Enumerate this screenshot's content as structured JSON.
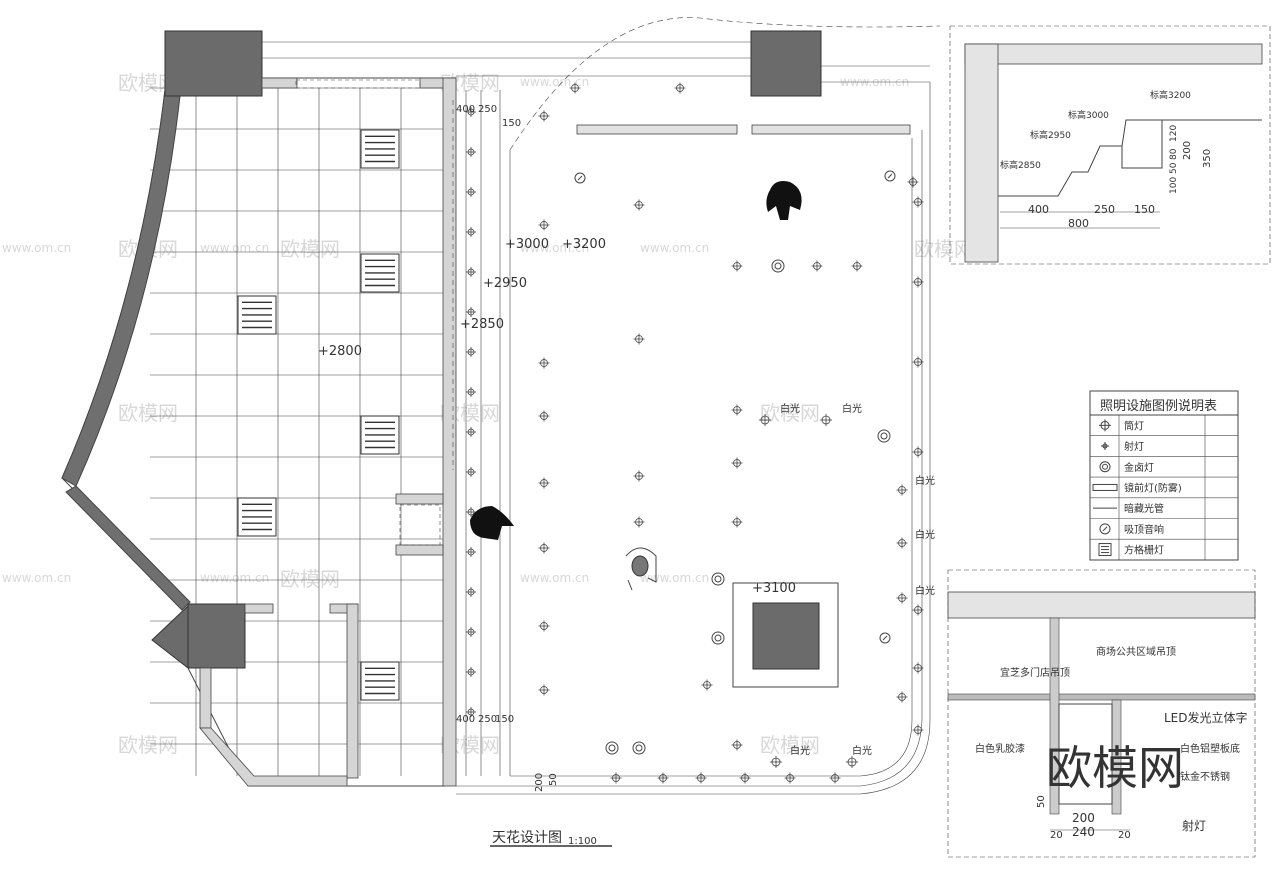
{
  "plan": {
    "title": "天花设计图",
    "scale": "1:100",
    "levels": [
      "+3000",
      "+3200",
      "+2950",
      "+2850",
      "+2800",
      "+3100"
    ],
    "dims_top": [
      "400",
      "250",
      "150"
    ],
    "dims_bottom": [
      "400",
      "250",
      "150"
    ],
    "dim_vertical": [
      "200",
      "50"
    ],
    "white_light": "白光"
  },
  "legend": {
    "title": "照明设施图例说明表",
    "items": [
      {
        "icon": "downlight",
        "label": "筒灯"
      },
      {
        "icon": "spotlight",
        "label": "射灯"
      },
      {
        "icon": "halogen",
        "label": "金卤灯"
      },
      {
        "icon": "mirror-light",
        "label": "镜前灯(防雾)"
      },
      {
        "icon": "hidden-tube",
        "label": "暗藏光管"
      },
      {
        "icon": "ceiling-speaker",
        "label": "吸顶音响"
      },
      {
        "icon": "grille-light",
        "label": "方格栅灯"
      }
    ]
  },
  "detail_top": {
    "levels": [
      "标高3200",
      "标高3000",
      "标高2950",
      "标高2850"
    ],
    "dims_h": [
      "400",
      "250",
      "150"
    ],
    "dim_total": "800",
    "dims_v": [
      "100",
      "50",
      "80",
      "120",
      "200",
      "350"
    ]
  },
  "detail_bottom": {
    "labels": {
      "mall_ceiling": "商场公共区域吊顶",
      "store_ceiling": "宜芝多门店吊顶",
      "led": "LED发光立体字",
      "latex": "白色乳胶漆",
      "aluminum": "白色铝塑板底",
      "steel": "钛金不锈钢",
      "spotlight": "射灯"
    },
    "dims": [
      "200",
      "240",
      "20",
      "20",
      "50"
    ]
  },
  "watermark": {
    "text": "欧模网",
    "url": "www.om.cn"
  }
}
